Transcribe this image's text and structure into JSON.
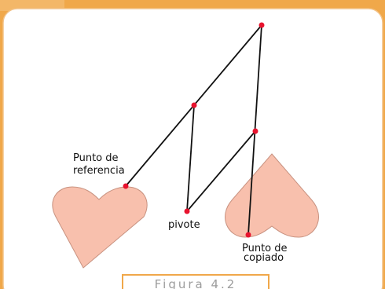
{
  "figure": {
    "colors": {
      "background": "#f0a84a",
      "panel": "#ffffff",
      "heart_fill": "#f8c0ad",
      "heart_stroke": "#c89280",
      "line": "#111111",
      "point": "#e8132e"
    },
    "labels": {
      "reference_point": [
        "Punto de",
        "referencia"
      ],
      "pivot": "pivote",
      "copy_point": [
        "Punto de",
        "copiado"
      ]
    },
    "caption": "Figura 4.2"
  }
}
